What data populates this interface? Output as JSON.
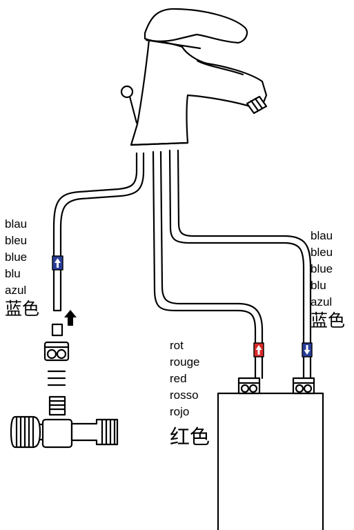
{
  "labels": {
    "left_cold": {
      "lines": [
        "blau",
        "bleu",
        "blue",
        "blu",
        "azul"
      ],
      "cjk": "蓝色"
    },
    "right_cold": {
      "lines": [
        "blau",
        "bleu",
        "blue",
        "blu",
        "azul"
      ],
      "cjk": "蓝色"
    },
    "hot": {
      "lines": [
        "rot",
        "rouge",
        "red",
        "rosso",
        "rojo"
      ],
      "cjk": "红色"
    }
  },
  "colors": {
    "line": "#000000",
    "cold_tag": "#2a3f9a",
    "hot_tag": "#d92b2b"
  },
  "icons": {
    "cold_tag": "up-arrow-blue-tag",
    "hot_tag": "up-arrow-red-tag",
    "right_cold_tag": "down-arrow-blue-tag",
    "insert_arrow": "up-arrow-icon"
  }
}
